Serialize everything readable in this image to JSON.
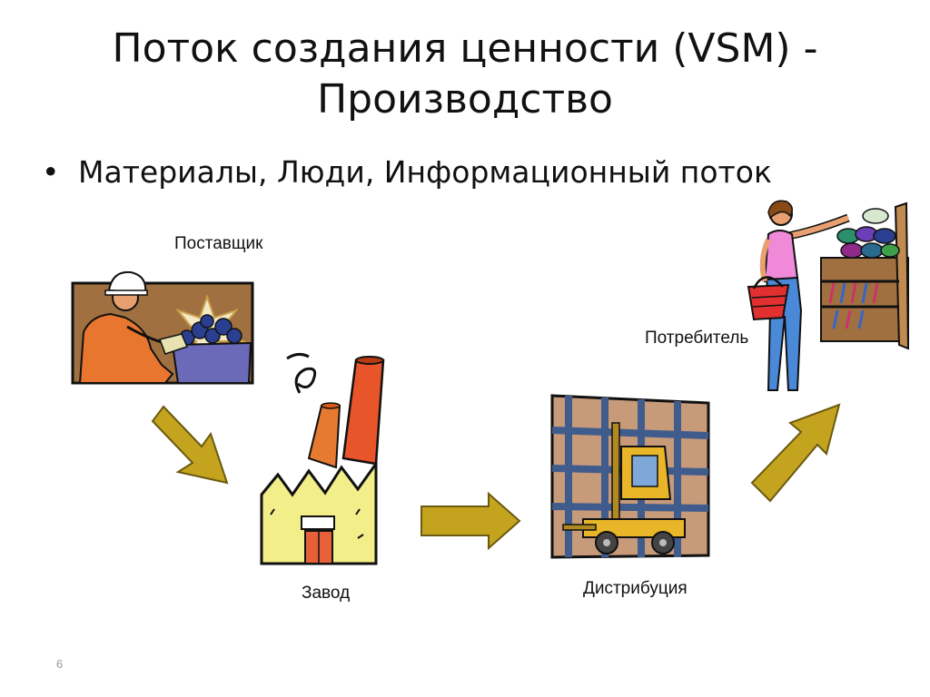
{
  "slide": {
    "title_line1": "Поток создания ценности (VSM) -",
    "title_line2": "Производство",
    "bullet_symbol": "•",
    "bullet": "Материалы, Люди, Информационный поток",
    "page_number": "6"
  },
  "nodes": {
    "supplier": {
      "label": "Поставщик",
      "icon": "worker-coal-icon"
    },
    "factory": {
      "label": "Завод",
      "icon": "factory-icon"
    },
    "distribution": {
      "label": "Дистрибуция",
      "icon": "forklift-warehouse-icon"
    },
    "consumer": {
      "label": "Потребитель",
      "icon": "shopper-icon"
    }
  },
  "colors": {
    "arrow_fill": "#c4a41e",
    "arrow_stroke": "#6b5a10",
    "outline": "#111111"
  }
}
